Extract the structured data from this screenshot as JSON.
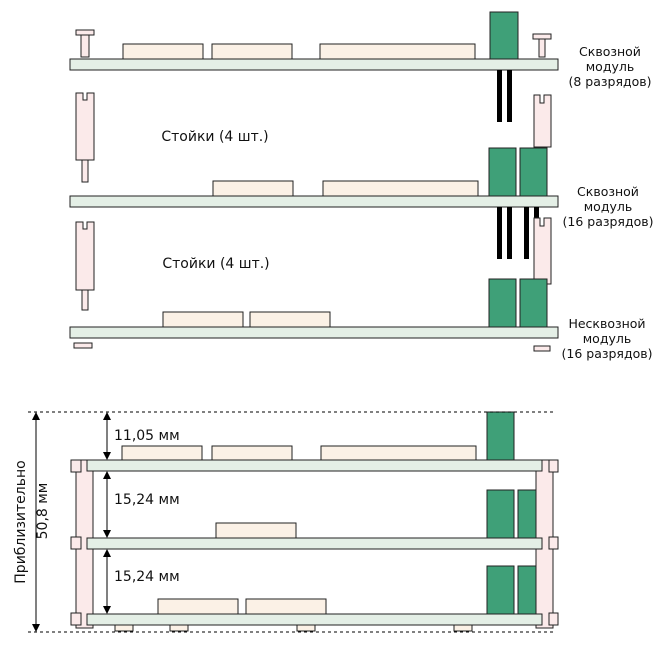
{
  "colors": {
    "board": "#e4efe6",
    "chip": "#fbf1e6",
    "standoff": "#fbeaea",
    "connector": "#3fa078",
    "pins": "#000000"
  },
  "top": {
    "module1_label": [
      "Сквозной",
      "модуль",
      "(8 разрядов)"
    ],
    "standoffs1": "Стойки (4 шт.)",
    "module2_label": [
      "Сквозной",
      "модуль",
      "(16 разрядов)"
    ],
    "standoffs2": "Стойки (4 шт.)",
    "module3_label": [
      "Несквозной",
      "модуль",
      "(16 разрядов)"
    ]
  },
  "bottom": {
    "dim1": "11,05 мм",
    "dim2": "15,24 мм",
    "dim3": "15,24 мм",
    "total_line1": "Приблизительно",
    "total_line2": "50,8 мм"
  }
}
